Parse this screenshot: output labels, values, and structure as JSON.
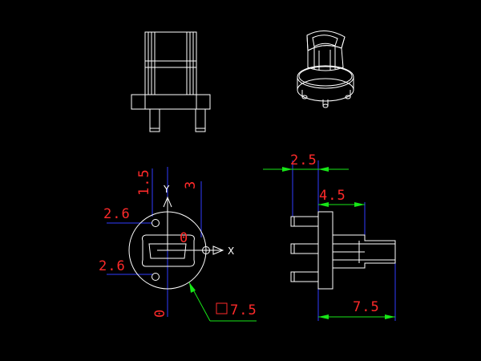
{
  "axes": {
    "y_label": "Y",
    "x_label": "X",
    "origin_label": "0"
  },
  "dims": {
    "d_1_5": "1.5",
    "d_3": "3",
    "d_2_6_top": "2.6",
    "d_2_6_bottom": "2.6",
    "d_0": "0",
    "d_square_7_5": "7.5",
    "d_2_5": "2.5",
    "d_4_5": "4.5",
    "d_7_5": "7.5"
  },
  "colors": {
    "background": "#000000",
    "outline": "#ffffff",
    "extension_lines": "#2f3cff",
    "dimension_lines": "#17e617",
    "dimension_text": "#ff2a2a"
  }
}
